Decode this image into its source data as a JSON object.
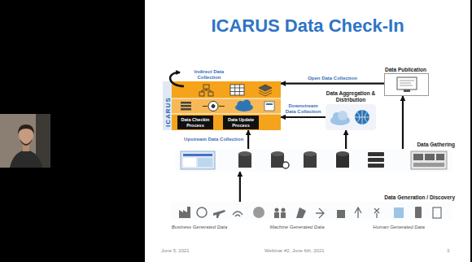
{
  "diagram": {
    "title": "ICARUS Data Check-In",
    "nodes": [
      {
        "text": [
          "ICARUS"
        ]
      },
      {
        "text": [
          "Data Checkin Process"
        ],
        "in": 0
      },
      {
        "text": [
          "Data Update Process"
        ],
        "in": 0
      },
      {
        "text": [
          "Data Publication"
        ]
      },
      {
        "text": [
          "Data Aggregation & Distribution"
        ]
      },
      {
        "text": [
          "Data Gathering"
        ]
      },
      {
        "text": [
          "Data Generation / Discovery"
        ]
      }
    ],
    "edges": [
      {
        "from": 3,
        "to": 0,
        "arrow": "to",
        "label": "Open Data Collection"
      },
      {
        "from": 4,
        "to": 0,
        "arrow": "to",
        "label": "Downstream Data Collection"
      },
      {
        "from": 5,
        "to": 0,
        "arrow": "to",
        "label": "Upstream Data Collection"
      },
      {
        "from": 5,
        "to": 4,
        "arrow": "to"
      },
      {
        "from": 5,
        "to": 3,
        "arrow": "to"
      },
      {
        "from": 6,
        "to": 5,
        "arrow": "to"
      }
    ],
    "labels": [
      "Indirect Data Collection",
      "Business Generated Data",
      "Machine Generated Data",
      "Human Generated Data",
      "June 5, 2021",
      "Webinar #2, June 6th, 2021",
      "3"
    ]
  }
}
